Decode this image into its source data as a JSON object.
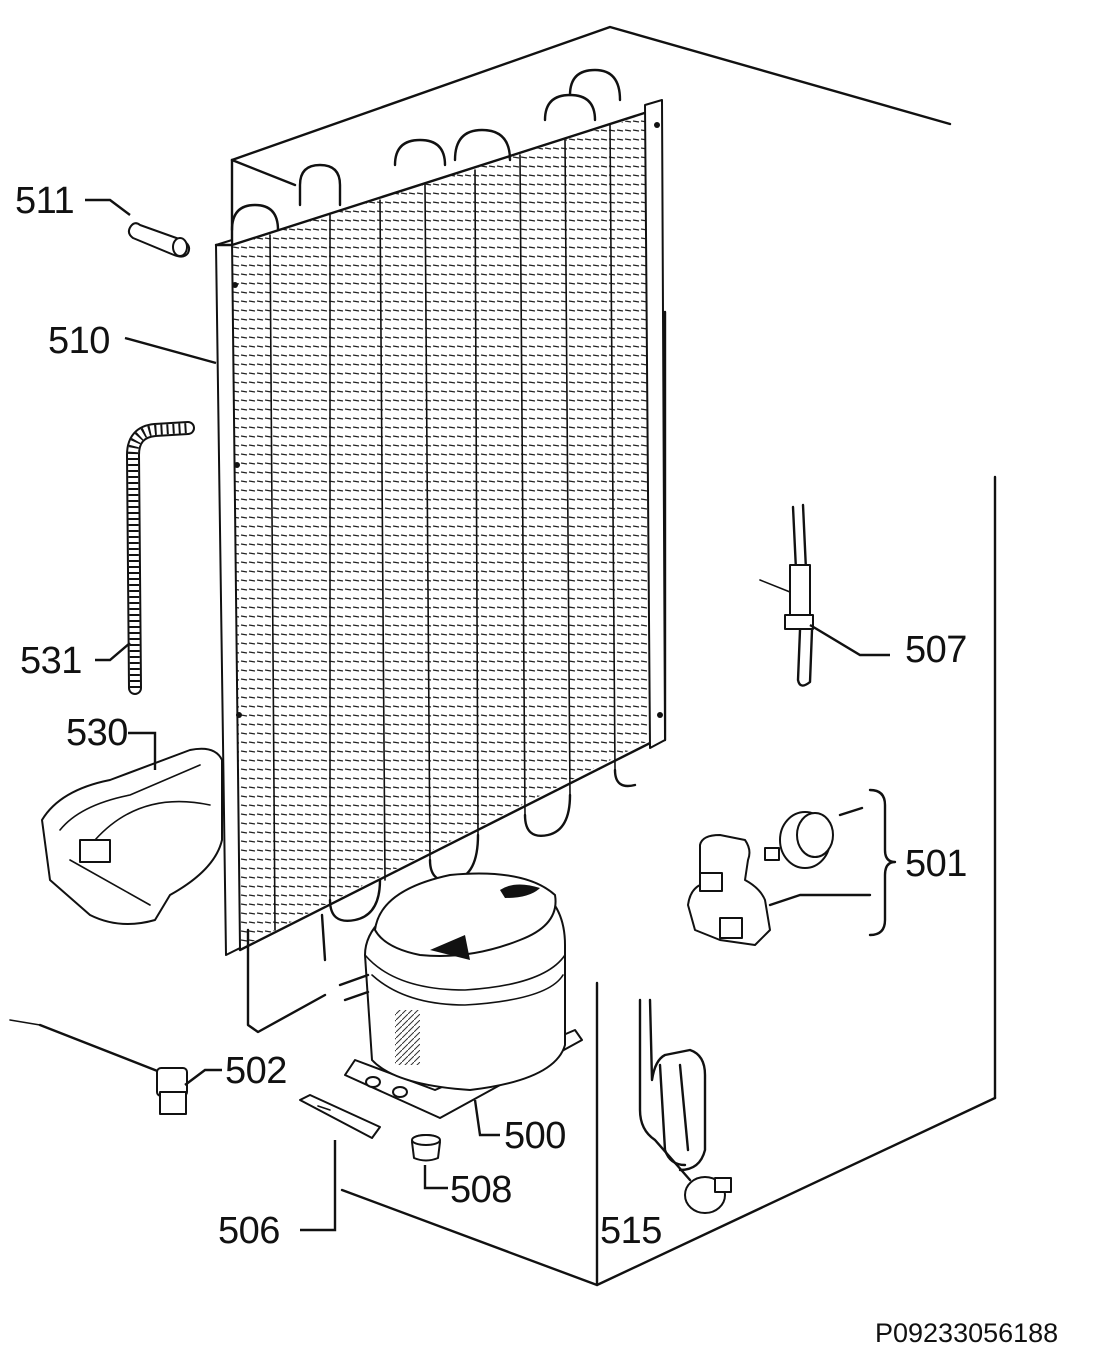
{
  "drawing_number": "P09233056188",
  "callouts": {
    "c500": "500",
    "c501": "501",
    "c502": "502",
    "c506": "506",
    "c507": "507",
    "c508": "508",
    "c510": "510",
    "c511": "511",
    "c515": "515",
    "c530": "530",
    "c531": "531"
  }
}
